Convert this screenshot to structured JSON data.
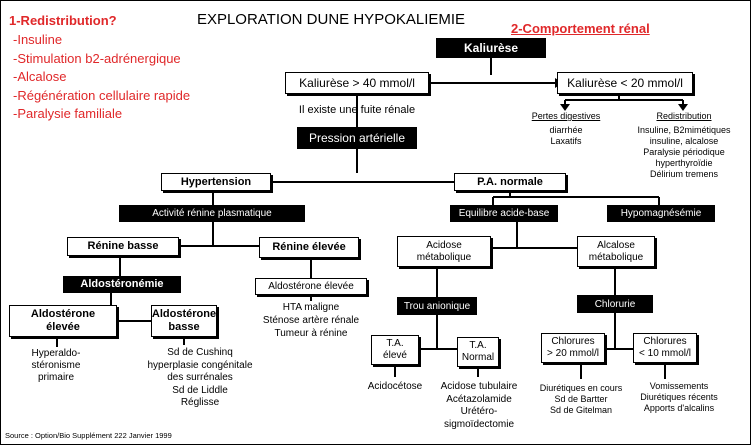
{
  "title": "EXPLORATION DUNE HYPOKALIEMIE",
  "left_panel": {
    "heading": "1-Redistribution?",
    "items": [
      "-Insuline",
      "-Stimulation b2-adrénergique",
      "-Alcalose",
      "-Régénération cellulaire rapide",
      "-Paralysie familiale"
    ]
  },
  "right_heading": "2-Comportement rénal",
  "nodes": {
    "kaliurese": "Kaliurèse",
    "kaliurese_high": "Kaliurèse > 40 mmol/l",
    "kaliurese_low": "Kaliurèse < 20 mmol/l",
    "fuite_renale": "Il existe une fuite rénale",
    "pression": "Pression artérielle",
    "hypertension": "Hypertension",
    "pa_normale": "P.A. normale",
    "renine_plasma": "Activité rénine plasmatique",
    "equilibre": "Equilibre acide-base",
    "hypomagnesemie": "Hypomagnésémie",
    "renine_basse": "Rénine basse",
    "renine_elevee": "Rénine élevée",
    "acidose": "Acidose\nmétabolique",
    "alcalose": "Alcalose\nmétabolique",
    "aldosteronemie": "Aldostéronémie",
    "aldosterone_elevee_box": "Aldostérone élevée",
    "aldo_elevee": "Aldostérone\nélevée",
    "aldo_basse": "Aldostérone\nbasse",
    "trou_anionique": "Trou anionique",
    "chlorurie": "Chlorurie",
    "ta_eleve": "T.A.\nélevé",
    "ta_normal": "T.A.\nNormal",
    "chlorures_high": "Chlorures\n> 20 mmol/l",
    "chlorures_low": "Chlorures\n< 10 mmol/l"
  },
  "labels": {
    "pertes_dig_title": "Pertes digestives",
    "pertes_dig_items": "diarrhée\nLaxatifs",
    "redistribution_title": "Redistribution",
    "redistribution_items": "Insuline, B2mimétiques\ninsuline, alcalose\nParalysie périodique\nhyperthyroïdie\nDélirium tremens",
    "hyperaldo": "Hyperaldo-\nstéronisme\nprimaire",
    "cushing": "Sd de Cushinq\nhyperplasie congénitale\ndes surrénales\nSd de Liddle\nRéglisse",
    "hta": "HTA maligne\nSténose artère rénale\nTumeur à rénine",
    "acidocetose": "Acidocétose",
    "acidose_tubulaire": "Acidose tubulaire\nAcétazolamide\nUrétéro-\nsigmoïdectomie",
    "diuretiques": "Diurétiques en cours\nSd de Bartter\nSd de Gitelman",
    "vomissements": "Vomissements\nDiurétiques récents\nApports d'alcalins"
  },
  "source": "Source : Option/Bio Supplément 222 Janvier 1999"
}
